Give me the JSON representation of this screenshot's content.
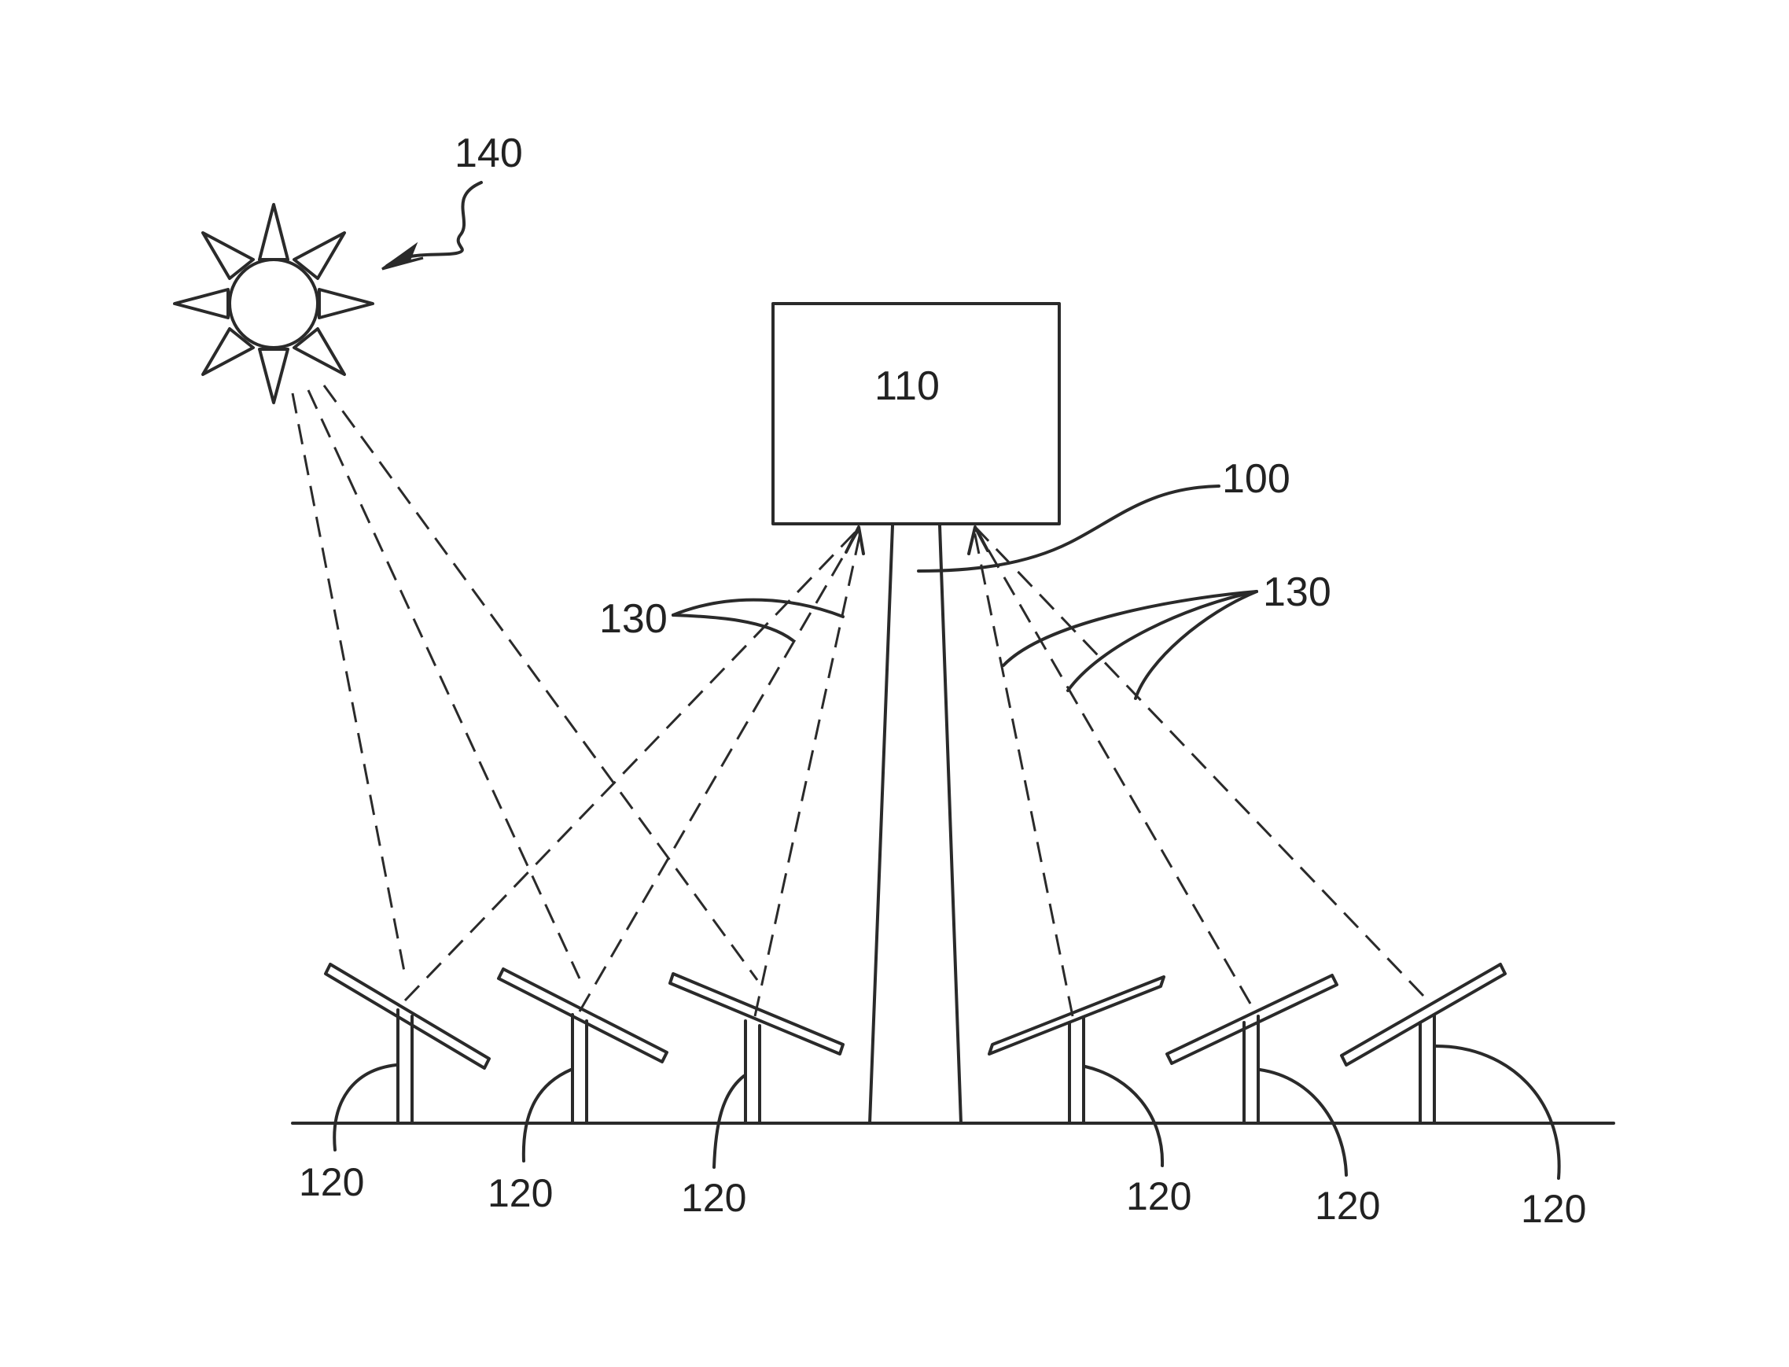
{
  "figure": {
    "labels": {
      "sun": "140",
      "receiver": "110",
      "tower": "100",
      "rays_left": "130",
      "rays_right": "130",
      "heliostats": [
        "120",
        "120",
        "120",
        "120",
        "120",
        "120"
      ]
    }
  }
}
